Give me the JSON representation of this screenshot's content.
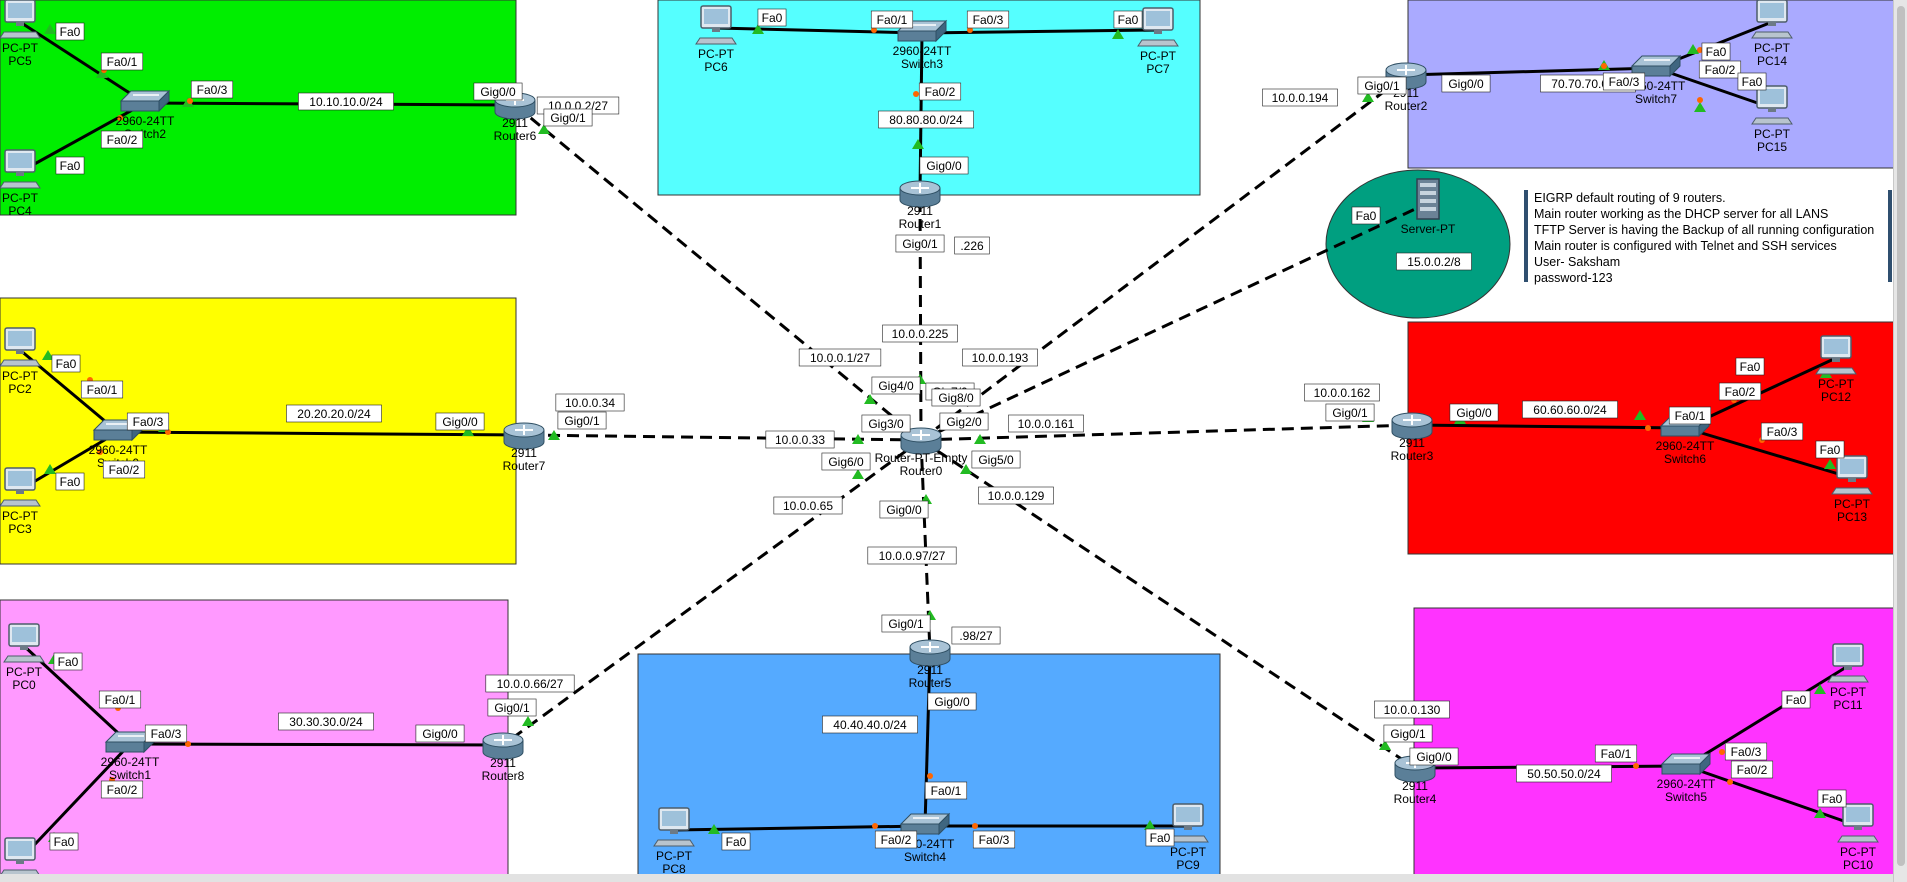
{
  "colors": {
    "green": "#00ee00",
    "cyan": "#55ffff",
    "lavender": "#aaaaff",
    "teal": "#009f80",
    "yellow": "#ffff00",
    "red": "#ff0000",
    "pink": "#ff99ff",
    "blue": "#55aaff",
    "magenta": "#ff33ff",
    "link": "#000000",
    "port_up": "#22bb22",
    "port_dot": "#ff6600"
  },
  "devices": [
    {
      "id": "pc5",
      "type": "pc",
      "line1": "PC-PT",
      "line2": "PC5"
    },
    {
      "id": "pc4",
      "type": "pc",
      "line1": "PC-PT",
      "line2": "PC4"
    },
    {
      "id": "switch2",
      "type": "switch",
      "line1": "2960-24TT",
      "line2": "Switch2"
    },
    {
      "id": "router6",
      "type": "router",
      "line1": "2911",
      "line2": "Router6"
    },
    {
      "id": "pc6",
      "type": "pc",
      "line1": "PC-PT",
      "line2": "PC6"
    },
    {
      "id": "switch3",
      "type": "switch",
      "line1": "2960-24TT",
      "line2": "Switch3"
    },
    {
      "id": "pc7",
      "type": "pc",
      "line1": "PC-PT",
      "line2": "PC7"
    },
    {
      "id": "router1",
      "type": "router",
      "line1": "2911",
      "line2": "Router1"
    },
    {
      "id": "router2",
      "type": "router",
      "line1": "2911",
      "line2": "Router2"
    },
    {
      "id": "switch7",
      "type": "switch",
      "line1": "2960-24TT",
      "line2": "Switch7"
    },
    {
      "id": "pc14",
      "type": "pc",
      "line1": "PC-PT",
      "line2": "PC14"
    },
    {
      "id": "pc15",
      "type": "pc",
      "line1": "PC-PT",
      "line2": "PC15"
    },
    {
      "id": "server",
      "type": "server",
      "line1": "Server-PT",
      "line2": ""
    },
    {
      "id": "pc2",
      "type": "pc",
      "line1": "PC-PT",
      "line2": "PC2"
    },
    {
      "id": "pc3",
      "type": "pc",
      "line1": "PC-PT",
      "line2": "PC3"
    },
    {
      "id": "switch0",
      "type": "switch",
      "line1": "2960-24TT",
      "line2": "Switch0"
    },
    {
      "id": "router7",
      "type": "router",
      "line1": "2911",
      "line2": "Router7"
    },
    {
      "id": "router0",
      "type": "router",
      "line1": "Router-PT-Empty",
      "line2": "Router0"
    },
    {
      "id": "router3",
      "type": "router",
      "line1": "2911",
      "line2": "Router3"
    },
    {
      "id": "switch6",
      "type": "switch",
      "line1": "2960-24TT",
      "line2": "Switch6"
    },
    {
      "id": "pc12",
      "type": "pc",
      "line1": "PC-PT",
      "line2": "PC12"
    },
    {
      "id": "pc13",
      "type": "pc",
      "line1": "PC-PT",
      "line2": "PC13"
    },
    {
      "id": "pc0",
      "type": "pc",
      "line1": "PC-PT",
      "line2": "PC0"
    },
    {
      "id": "pc1",
      "type": "pc",
      "line1": "",
      "line2": ""
    },
    {
      "id": "switch1",
      "type": "switch",
      "line1": "2960-24TT",
      "line2": "Switch1"
    },
    {
      "id": "router8",
      "type": "router",
      "line1": "2911",
      "line2": "Router8"
    },
    {
      "id": "router5",
      "type": "router",
      "line1": "2911",
      "line2": "Router5"
    },
    {
      "id": "switch4",
      "type": "switch",
      "line1": "2960-24TT",
      "line2": "Switch4"
    },
    {
      "id": "pc8",
      "type": "pc",
      "line1": "PC-PT",
      "line2": "PC8"
    },
    {
      "id": "pc9",
      "type": "pc",
      "line1": "PC-PT",
      "line2": "PC9"
    },
    {
      "id": "router4",
      "type": "router",
      "line1": "2911",
      "line2": "Router4"
    },
    {
      "id": "switch5",
      "type": "switch",
      "line1": "2960-24TT",
      "line2": "Switch5"
    },
    {
      "id": "pc11",
      "type": "pc",
      "line1": "PC-PT",
      "line2": "PC11"
    },
    {
      "id": "pc10",
      "type": "pc",
      "line1": "PC-PT",
      "line2": "PC10"
    }
  ],
  "tags": [
    "Fa0",
    "Fa0/1",
    "Fa0/3",
    "10.10.10.0/24",
    "Gig0/0",
    "10.0.0.2/27",
    "Gig0/1",
    "Fa0/2",
    "Fa0",
    "Fa0",
    "Fa0/1",
    "Fa0/3",
    "Fa0",
    "Fa0/2",
    "80.80.80.0/24",
    "Gig0/0",
    "Gig0/1",
    ".226",
    "10.0.0.194",
    "Gig0/1",
    "Gig0/0",
    "70.70.70.0/24",
    "Fa0/3",
    "Fa0",
    "Fa0/2",
    "Fa0",
    "Fa0",
    "15.0.0.2/8",
    "Fa0",
    "Fa0/1",
    "Fa0/3",
    "20.20.20.0/24",
    "Gig0/0",
    "10.0.0.34",
    "Gig0/1",
    "Fa0/2",
    "Fa0",
    "10.0.0.225",
    "10.0.0.193",
    "10.0.0.1/27",
    "Gig4/0",
    "Gig7/0",
    "Gig8/0",
    "Gig3/0",
    "Gig2/0",
    "10.0.0.33",
    "10.0.0.161",
    "Gig6/0",
    "Gig5/0",
    "10.0.0.65",
    "10.0.0.129",
    "Gig0/0",
    "10.0.0.97/27",
    "10.0.0.162",
    "Gig0/1",
    "Gig0/0",
    "60.60.60.0/24",
    "Fa0/1",
    "Fa0/2",
    "Fa0",
    "Fa0/3",
    "Fa0",
    "Fa0",
    "Fa0/1",
    "Fa0/3",
    "30.30.30.0/24",
    "Gig0/0",
    "10.0.0.66/27",
    "Gig0/1",
    "Fa0/2",
    "Fa0",
    "Gig0/1",
    ".98/27",
    "Gig0/0",
    "40.40.40.0/24",
    "Fa0/1",
    "Fa0",
    "Fa0/2",
    "Fa0/3",
    "Fa0",
    "10.0.0.130",
    "Gig0/1",
    "Gig0/0",
    "Fa0/1",
    "50.50.50.0/24",
    "Fa0/3",
    "Fa0/2",
    "Fa0",
    "Fa0"
  ],
  "note": {
    "lines": [
      "EIGRP default routing of 9 routers.",
      "Main router working as the DHCP server for all LANS",
      "TFTP Server is having the Backup of all running configuration",
      "Main router is configured with Telnet and SSH services",
      "User- Saksham",
      "password-123"
    ]
  }
}
